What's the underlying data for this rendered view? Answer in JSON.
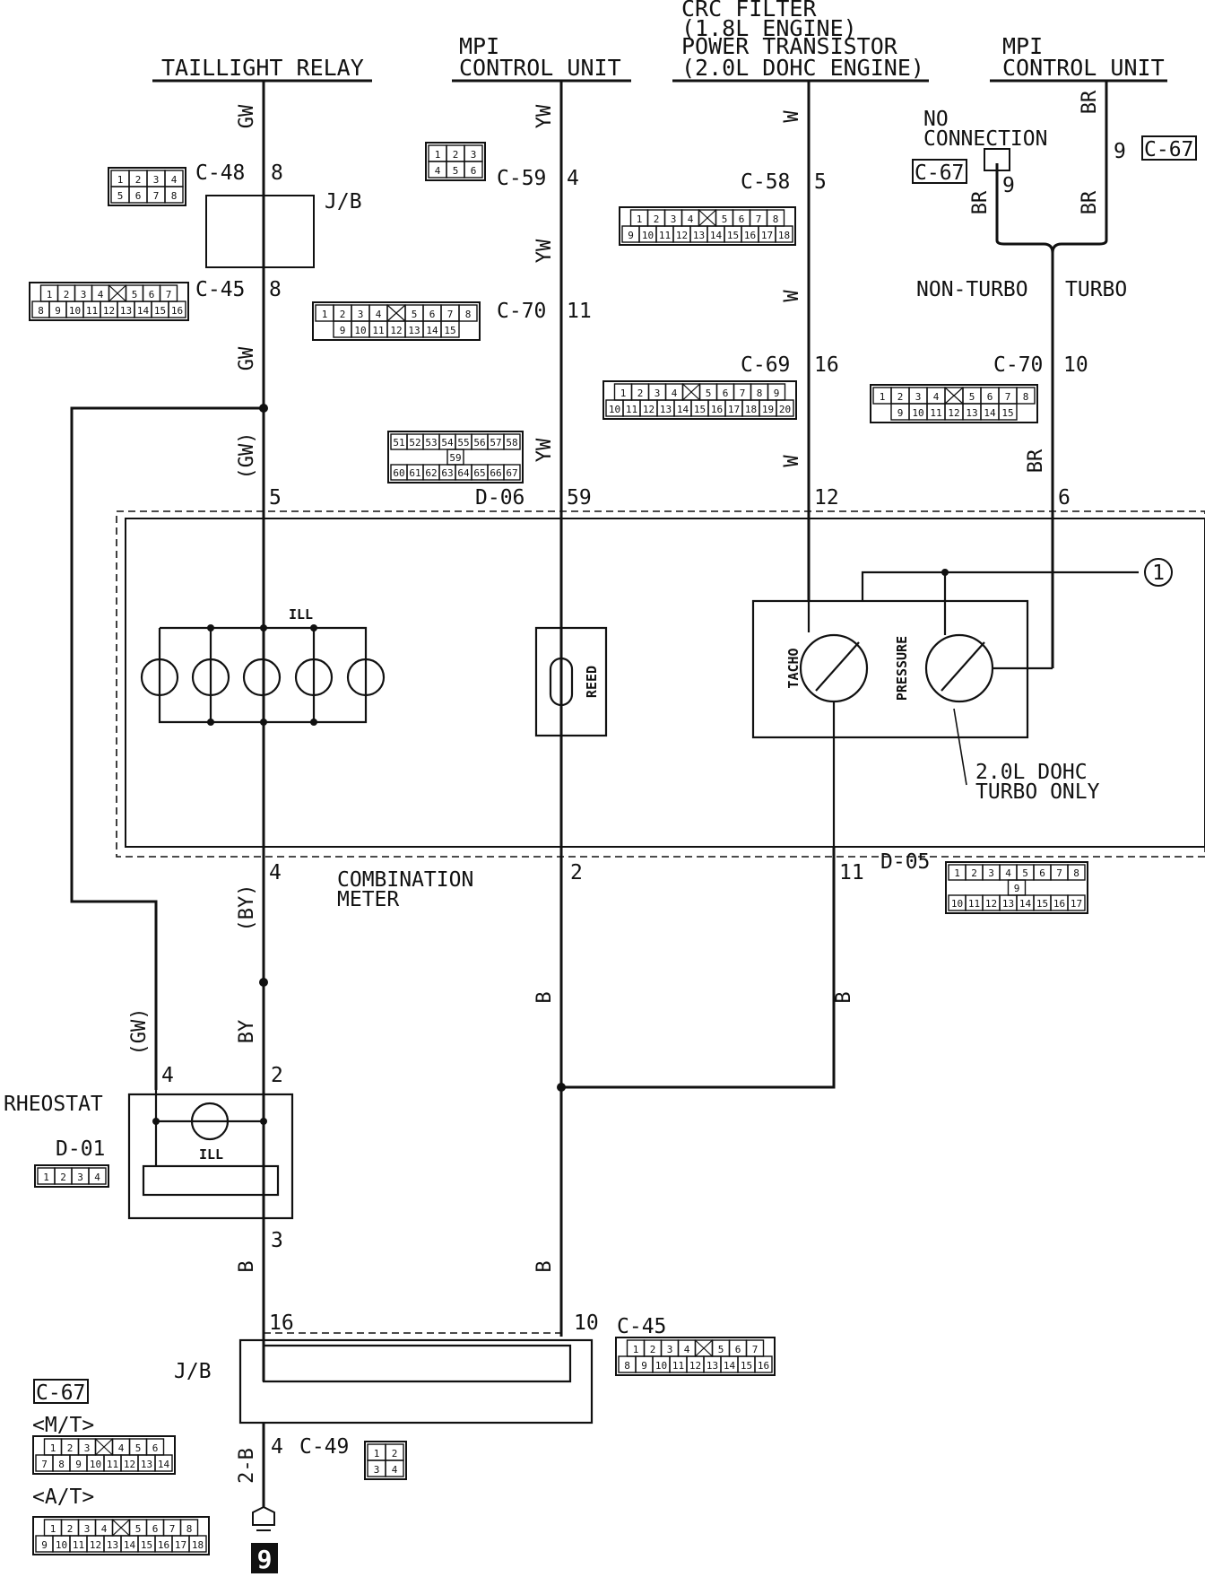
{
  "headers": {
    "taillight_relay": "TAILLIGHT RELAY",
    "mpi_1_line1": "MPI",
    "mpi_1_line2": "CONTROL UNIT",
    "crc_line1": "CRC FILTER",
    "crc_line2": "(1.8L ENGINE)",
    "crc_line3": "POWER TRANSISTOR",
    "crc_line4": "(2.0L DOHC ENGINE)",
    "mpi_2_line1": "MPI",
    "mpi_2_line2": "CONTROL UNIT"
  },
  "labels": {
    "no_connection_1": "NO",
    "no_connection_2": "CONNECTION",
    "non_turbo": "NON-TURBO",
    "turbo": "TURBO",
    "jb_top": "J/B",
    "jb_bottom": "J/B",
    "ill_top": "ILL",
    "ill_rheo": "ILL",
    "reed": "REED",
    "tacho": "TACHO",
    "pressure": "PRESSURE",
    "turbo_note_1": "2.0L DOHC",
    "turbo_note_2": "TURBO ONLY",
    "combination_1": "COMBINATION",
    "combination_2": "METER",
    "rheostat": "RHEOSTAT",
    "mt": "<M/T>",
    "at": "<A/T>",
    "circle_ref": "1",
    "ground_ref": "9"
  },
  "connectors": {
    "c48": "C-48",
    "c45a": "C-45",
    "c59": "C-59",
    "c70a": "C-70",
    "d06": "D-06",
    "c58": "C-58",
    "c69": "C-69",
    "c67a": "C-67",
    "c67b": "C-67",
    "c70b": "C-70",
    "d05": "D-05",
    "d01": "D-01",
    "c45b": "C-45",
    "c49": "C-49",
    "c67c": "C-67"
  },
  "pins": {
    "p8a": "8",
    "p8b": "8",
    "p5": "5",
    "p4a": "4",
    "p11a": "11",
    "p59": "59",
    "p5b": "5",
    "p16a": "16",
    "p12": "12",
    "p9a": "9",
    "p9b": "9",
    "p10a": "10",
    "p6": "6",
    "p4b": "4",
    "p2a": "2",
    "p11b": "11",
    "p4c": "4",
    "p2b": "2",
    "p3": "3",
    "p16b": "16",
    "p10b": "10",
    "p4d": "4"
  },
  "wire_colors": {
    "gw1": "GW",
    "gw2": "GW",
    "gw3": "(GW)",
    "gw4": "(GW)",
    "yw1": "YW",
    "yw2": "YW",
    "yw3": "YW",
    "w1": "W",
    "w2": "W",
    "w3": "W",
    "br1": "BR",
    "br2": "BR",
    "br3": "BR",
    "br4": "BR",
    "by1": "(BY)",
    "by2": "BY",
    "b1": "B",
    "b2": "B",
    "b3": "B",
    "b4": "B",
    "b2b": "2-B"
  },
  "connector_cells": {
    "c48": [
      [
        "1",
        "2",
        "3",
        "4"
      ],
      [
        "5",
        "6",
        "7",
        "8"
      ]
    ],
    "c59": [
      [
        "1",
        "2",
        "3"
      ],
      [
        "4",
        "5",
        "6"
      ]
    ],
    "c58": [
      [
        "1",
        "2",
        "3",
        "4",
        "",
        "5",
        "6",
        "7",
        "8"
      ],
      [
        "9",
        "10",
        "11",
        "12",
        "13",
        "14",
        "15",
        "16",
        "17",
        "18"
      ]
    ],
    "c45": [
      [
        "1",
        "2",
        "3",
        "4",
        "",
        "5",
        "6",
        "7"
      ],
      [
        "8",
        "9",
        "10",
        "11",
        "12",
        "13",
        "14",
        "15",
        "16"
      ]
    ],
    "c70": [
      [
        "1",
        "2",
        "3",
        "4",
        "",
        "5",
        "6",
        "7",
        "8"
      ],
      [
        "9",
        "10",
        "11",
        "12",
        "13",
        "14",
        "15"
      ]
    ],
    "c69": [
      [
        "1",
        "2",
        "3",
        "4",
        "",
        "5",
        "6",
        "7",
        "8",
        "9"
      ],
      [
        "10",
        "11",
        "12",
        "13",
        "14",
        "15",
        "16",
        "17",
        "18",
        "19",
        "20"
      ]
    ],
    "d06": [
      [
        "51",
        "52",
        "53",
        "54",
        "55",
        "56",
        "57",
        "58"
      ],
      [
        "59"
      ],
      [
        "60",
        "61",
        "62",
        "63",
        "64",
        "65",
        "66",
        "67"
      ]
    ],
    "d05": [
      [
        "1",
        "2",
        "3",
        "4",
        "5",
        "6",
        "7",
        "8"
      ],
      [
        "9"
      ],
      [
        "10",
        "11",
        "12",
        "13",
        "14",
        "15",
        "16",
        "17"
      ]
    ],
    "d01": [
      [
        "1",
        "2",
        "3",
        "4"
      ]
    ],
    "c49": [
      [
        "1",
        "2"
      ],
      [
        "3",
        "4"
      ]
    ],
    "c67mt": [
      [
        "1",
        "2",
        "3",
        "",
        "4",
        "5",
        "6"
      ],
      [
        "7",
        "8",
        "9",
        "10",
        "11",
        "12",
        "13",
        "14"
      ]
    ],
    "c67at": [
      [
        "1",
        "2",
        "3",
        "4",
        "",
        "5",
        "6",
        "7",
        "8"
      ],
      [
        "9",
        "10",
        "11",
        "12",
        "13",
        "14",
        "15",
        "16",
        "17",
        "18"
      ]
    ]
  }
}
